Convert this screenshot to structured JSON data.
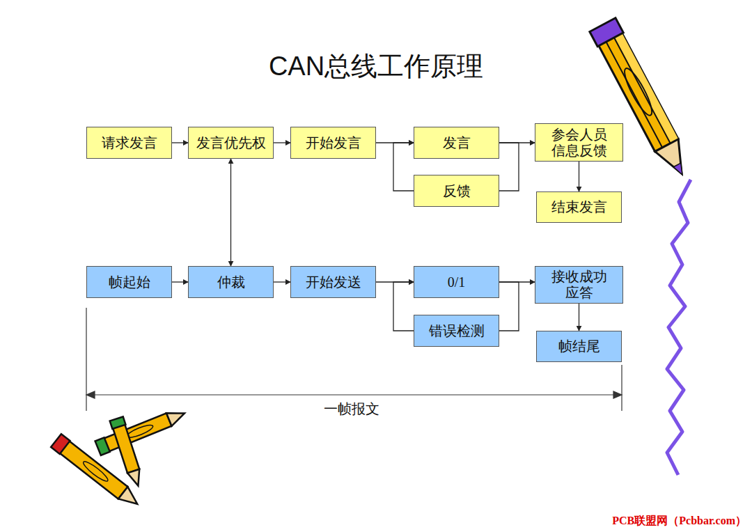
{
  "diagram": {
    "title": "CAN总线工作原理",
    "nodes": [
      {
        "text": [
          "请求发言"
        ]
      },
      {
        "text": [
          "发言优先权"
        ]
      },
      {
        "text": [
          "开始发言"
        ]
      },
      {
        "text": [
          "发言"
        ]
      },
      {
        "text": [
          "参会人员信息反馈"
        ]
      },
      {
        "text": [
          "反馈"
        ]
      },
      {
        "text": [
          "结束发言"
        ]
      },
      {
        "text": [
          "帧起始"
        ]
      },
      {
        "text": [
          "仲裁"
        ]
      },
      {
        "text": [
          "开始发送"
        ]
      },
      {
        "text": [
          "0/1"
        ]
      },
      {
        "text": [
          "接收成功应答"
        ]
      },
      {
        "text": [
          "错误检测"
        ]
      },
      {
        "text": [
          "帧结尾"
        ]
      }
    ],
    "edges": [
      {
        "from": 0,
        "to": 1,
        "arrow": "to"
      },
      {
        "from": 1,
        "to": 2,
        "arrow": "to"
      },
      {
        "from": 2,
        "to": 3,
        "arrow": "to"
      },
      {
        "from": 3,
        "to": 4,
        "arrow": "to"
      },
      {
        "from": 3,
        "to": 5,
        "arrow": "none"
      },
      {
        "from": 5,
        "to": 3,
        "arrow": "to"
      },
      {
        "from": 4,
        "to": 6,
        "arrow": "to"
      },
      {
        "from": 1,
        "to": 8,
        "arrow": "both"
      },
      {
        "from": 7,
        "to": 8,
        "arrow": "to"
      },
      {
        "from": 8,
        "to": 9,
        "arrow": "to"
      },
      {
        "from": 9,
        "to": 10,
        "arrow": "to"
      },
      {
        "from": 10,
        "to": 11,
        "arrow": "to"
      },
      {
        "from": 10,
        "to": 12,
        "arrow": "none"
      },
      {
        "from": 12,
        "to": 10,
        "arrow": "to"
      },
      {
        "from": 11,
        "to": 13,
        "arrow": "to"
      }
    ],
    "labels": [
      "一帧报文",
      "PCB联盟网（Pcbbar.com）"
    ]
  }
}
